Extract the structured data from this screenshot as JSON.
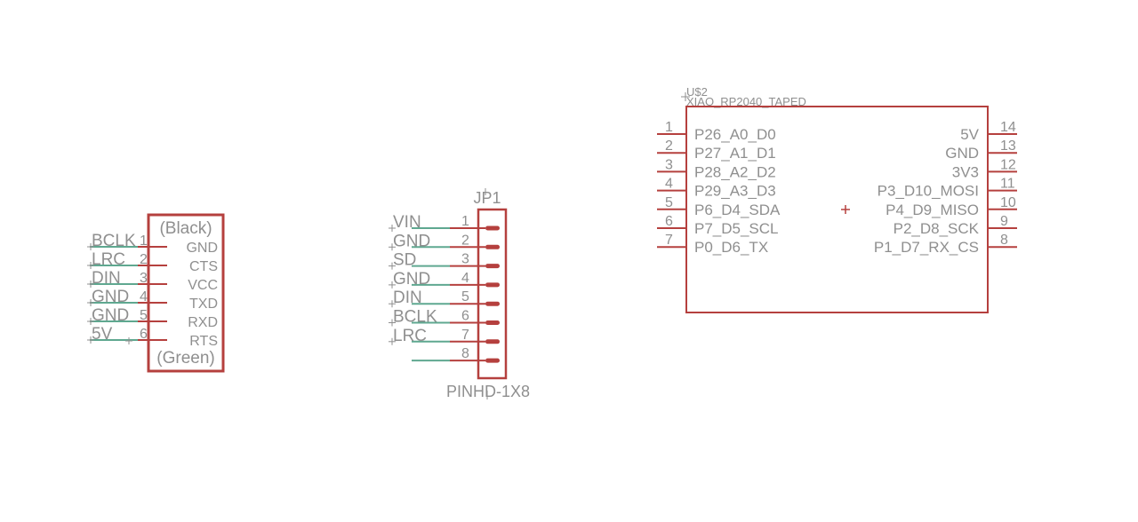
{
  "colors": {
    "symbol": "#b5403e",
    "net": "#5fa890",
    "text": "#8f8f8f",
    "background": "#ffffff"
  },
  "ftdi_header": {
    "top_label": "(Black)",
    "bottom_label": "(Green)",
    "pins": [
      {
        "num": "1",
        "name": "GND",
        "net": "BCLK"
      },
      {
        "num": "2",
        "name": "CTS",
        "net": "LRC"
      },
      {
        "num": "3",
        "name": "VCC",
        "net": "DIN"
      },
      {
        "num": "4",
        "name": "TXD",
        "net": "GND"
      },
      {
        "num": "5",
        "name": "RXD",
        "net": "GND"
      },
      {
        "num": "6",
        "name": "RTS",
        "net": "5V"
      }
    ]
  },
  "jp1": {
    "name": "JP1",
    "value": "PINHD-1X8",
    "pins": [
      {
        "num": "1",
        "net": "VIN"
      },
      {
        "num": "2",
        "net": "GND"
      },
      {
        "num": "3",
        "net": "SD"
      },
      {
        "num": "4",
        "net": "GND"
      },
      {
        "num": "5",
        "net": "DIN"
      },
      {
        "num": "6",
        "net": "BCLK"
      },
      {
        "num": "7",
        "net": "LRC"
      },
      {
        "num": "8",
        "net": ""
      }
    ]
  },
  "u2": {
    "name": "U$2",
    "value": "XIAO_RP2040_TAPED",
    "left_pins": [
      {
        "num": "1",
        "name": "P26_A0_D0"
      },
      {
        "num": "2",
        "name": "P27_A1_D1"
      },
      {
        "num": "3",
        "name": "P28_A2_D2"
      },
      {
        "num": "4",
        "name": "P29_A3_D3"
      },
      {
        "num": "5",
        "name": "P6_D4_SDA"
      },
      {
        "num": "6",
        "name": "P7_D5_SCL"
      },
      {
        "num": "7",
        "name": "P0_D6_TX"
      }
    ],
    "right_pins": [
      {
        "num": "14",
        "name": "5V"
      },
      {
        "num": "13",
        "name": "GND"
      },
      {
        "num": "12",
        "name": "3V3"
      },
      {
        "num": "11",
        "name": "P3_D10_MOSI"
      },
      {
        "num": "10",
        "name": "P4_D9_MISO"
      },
      {
        "num": "9",
        "name": "P2_D8_SCK"
      },
      {
        "num": "8",
        "name": "P1_D7_RX_CS"
      }
    ]
  }
}
